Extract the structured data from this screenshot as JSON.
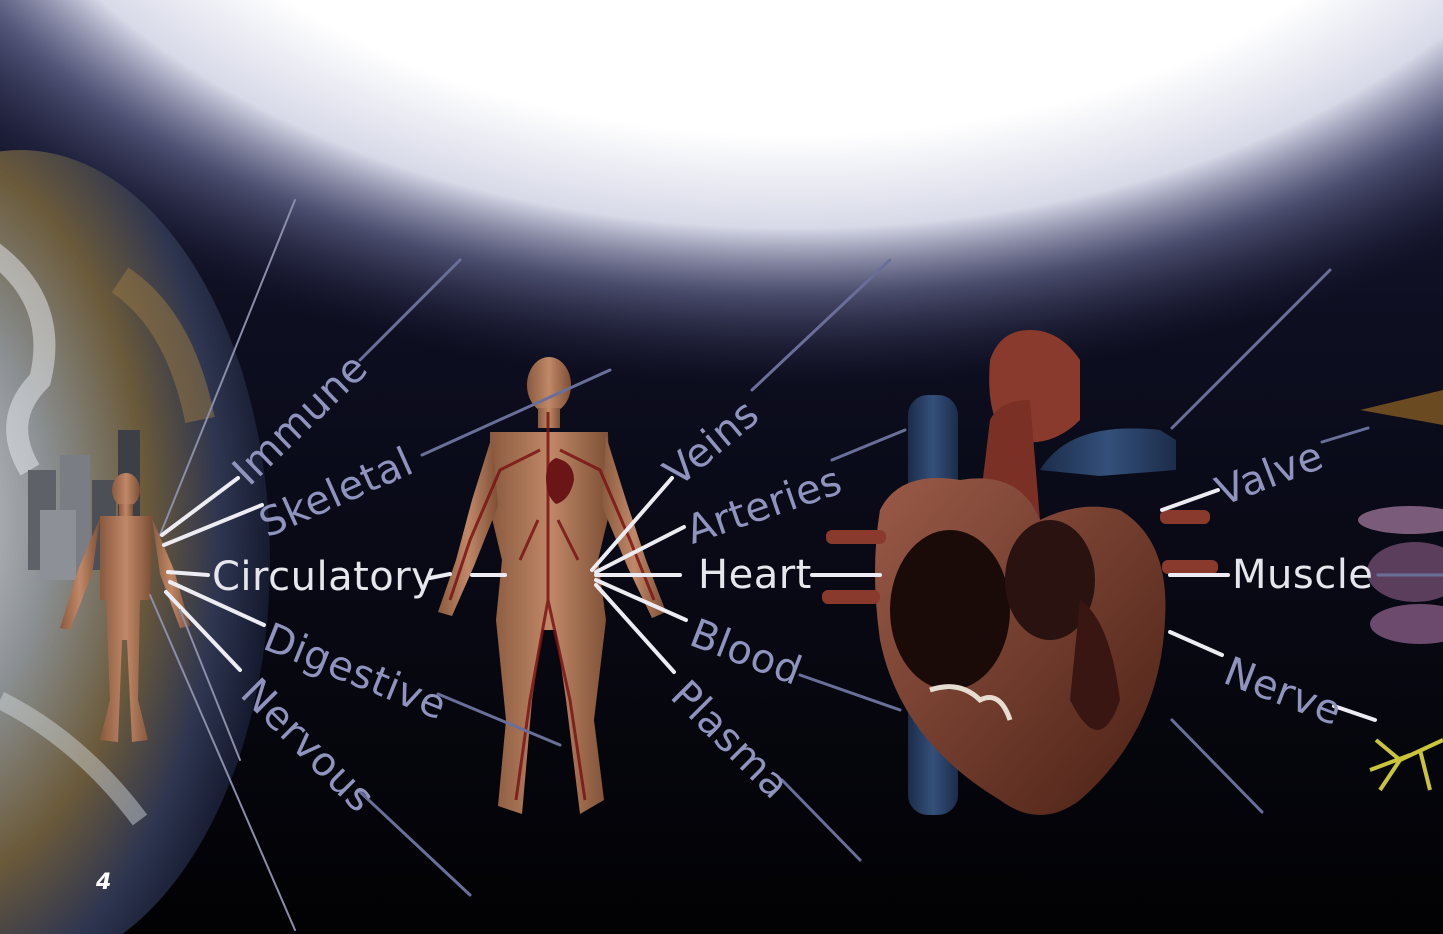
{
  "page_number": "4",
  "labels": {
    "immune": "Immune",
    "skeletal": "Skeletal",
    "circulatory": "Circulatory",
    "digestive": "Digestive",
    "nervous": "Nervous",
    "veins": "Veins",
    "arteries": "Arteries",
    "heart": "Heart",
    "blood": "Blood",
    "plasma": "Plasma",
    "valve": "Valve",
    "muscle": "Muscle",
    "nerve": "Nerve"
  },
  "colors": {
    "label_highlight": "#e6e6ec",
    "label_dim": "#8f93bd",
    "line_highlight": "#e8e8ee",
    "line_dim": "#6a6f9a",
    "space": "#070712"
  }
}
